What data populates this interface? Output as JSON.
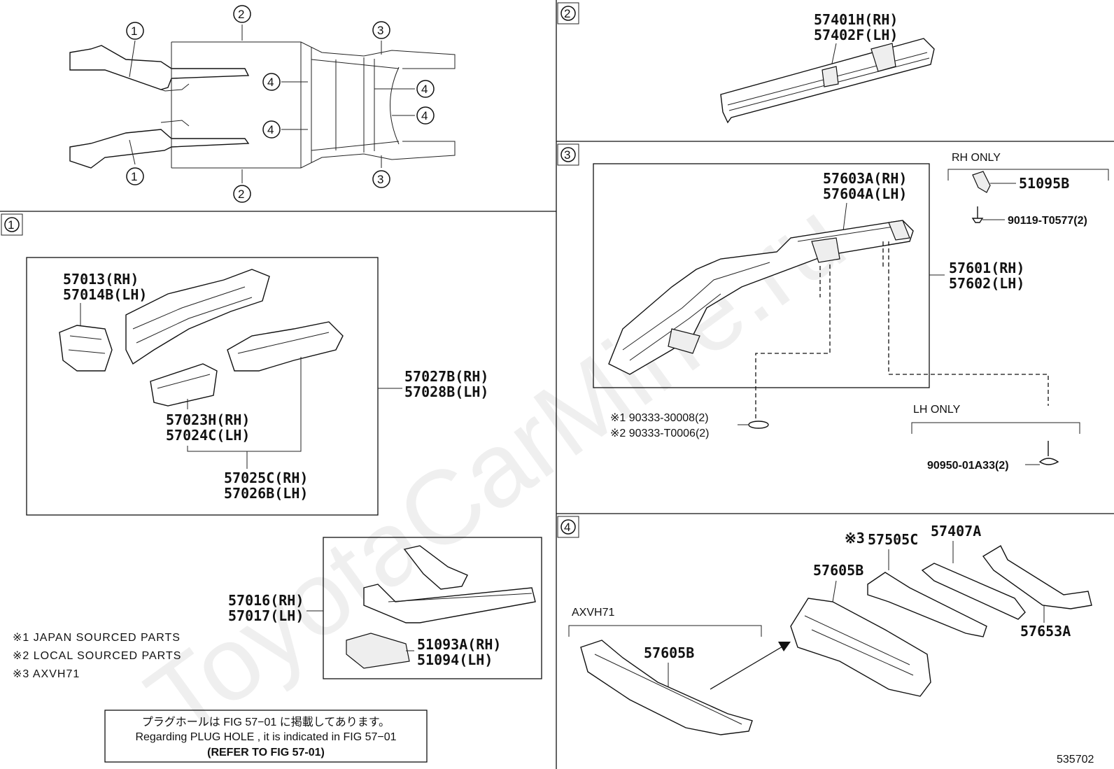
{
  "frame_overview": {
    "callouts": [
      "1",
      "2",
      "3",
      "4"
    ]
  },
  "section_2": {
    "tag": "2",
    "part_rh": "57401H(RH)",
    "part_lh": "57402F(LH)"
  },
  "section_1": {
    "tag": "1",
    "parts": {
      "p57013": "57013(RH)",
      "p57014": "57014B(LH)",
      "p57027": "57027B(RH)",
      "p57028": "57028B(LH)",
      "p57023": "57023H(RH)",
      "p57024": "57024C(LH)",
      "p57025": "57025C(RH)",
      "p57026": "57026B(LH)",
      "p57016": "57016(RH)",
      "p57017": "57017(LH)",
      "p51093": "51093A(RH)",
      "p51094": "51094(LH)"
    },
    "legend": [
      "※1 JAPAN SOURCED PARTS",
      "※2 LOCAL SOURCED PARTS",
      "※3 AXVH71"
    ],
    "note_box": {
      "line1": "プラグホールは FIG 57−01 に掲載してあります。",
      "line2": "Regarding  PLUG  HOLE , it is indicated in  FIG  57−01",
      "line3": "(REFER TO FIG 57-01)"
    }
  },
  "section_3": {
    "tag": "3",
    "rh_only_label": "RH ONLY",
    "lh_only_label": "LH ONLY",
    "parts": {
      "p57603": "57603A(RH)",
      "p57604": "57604A(LH)",
      "p57601": "57601(RH)",
      "p57602": "57602(LH)",
      "p51095": "51095B",
      "p90119": "90119-T0577(2)",
      "p90333a": "※1 90333-30008(2)",
      "p90333b": "※2 90333-T0006(2)",
      "p90950": "90950-01A33(2)"
    }
  },
  "section_4": {
    "tag": "4",
    "axvh71_label": "AXVH71",
    "parts": {
      "p57505": "57505C",
      "p57505_mark": "※3",
      "p57407": "57407A",
      "p57605_main": "57605B",
      "p57605_alt": "57605B",
      "p57653": "57653A"
    }
  },
  "illustration_id": "535702",
  "watermark": "ToyotaCarMine.ru"
}
